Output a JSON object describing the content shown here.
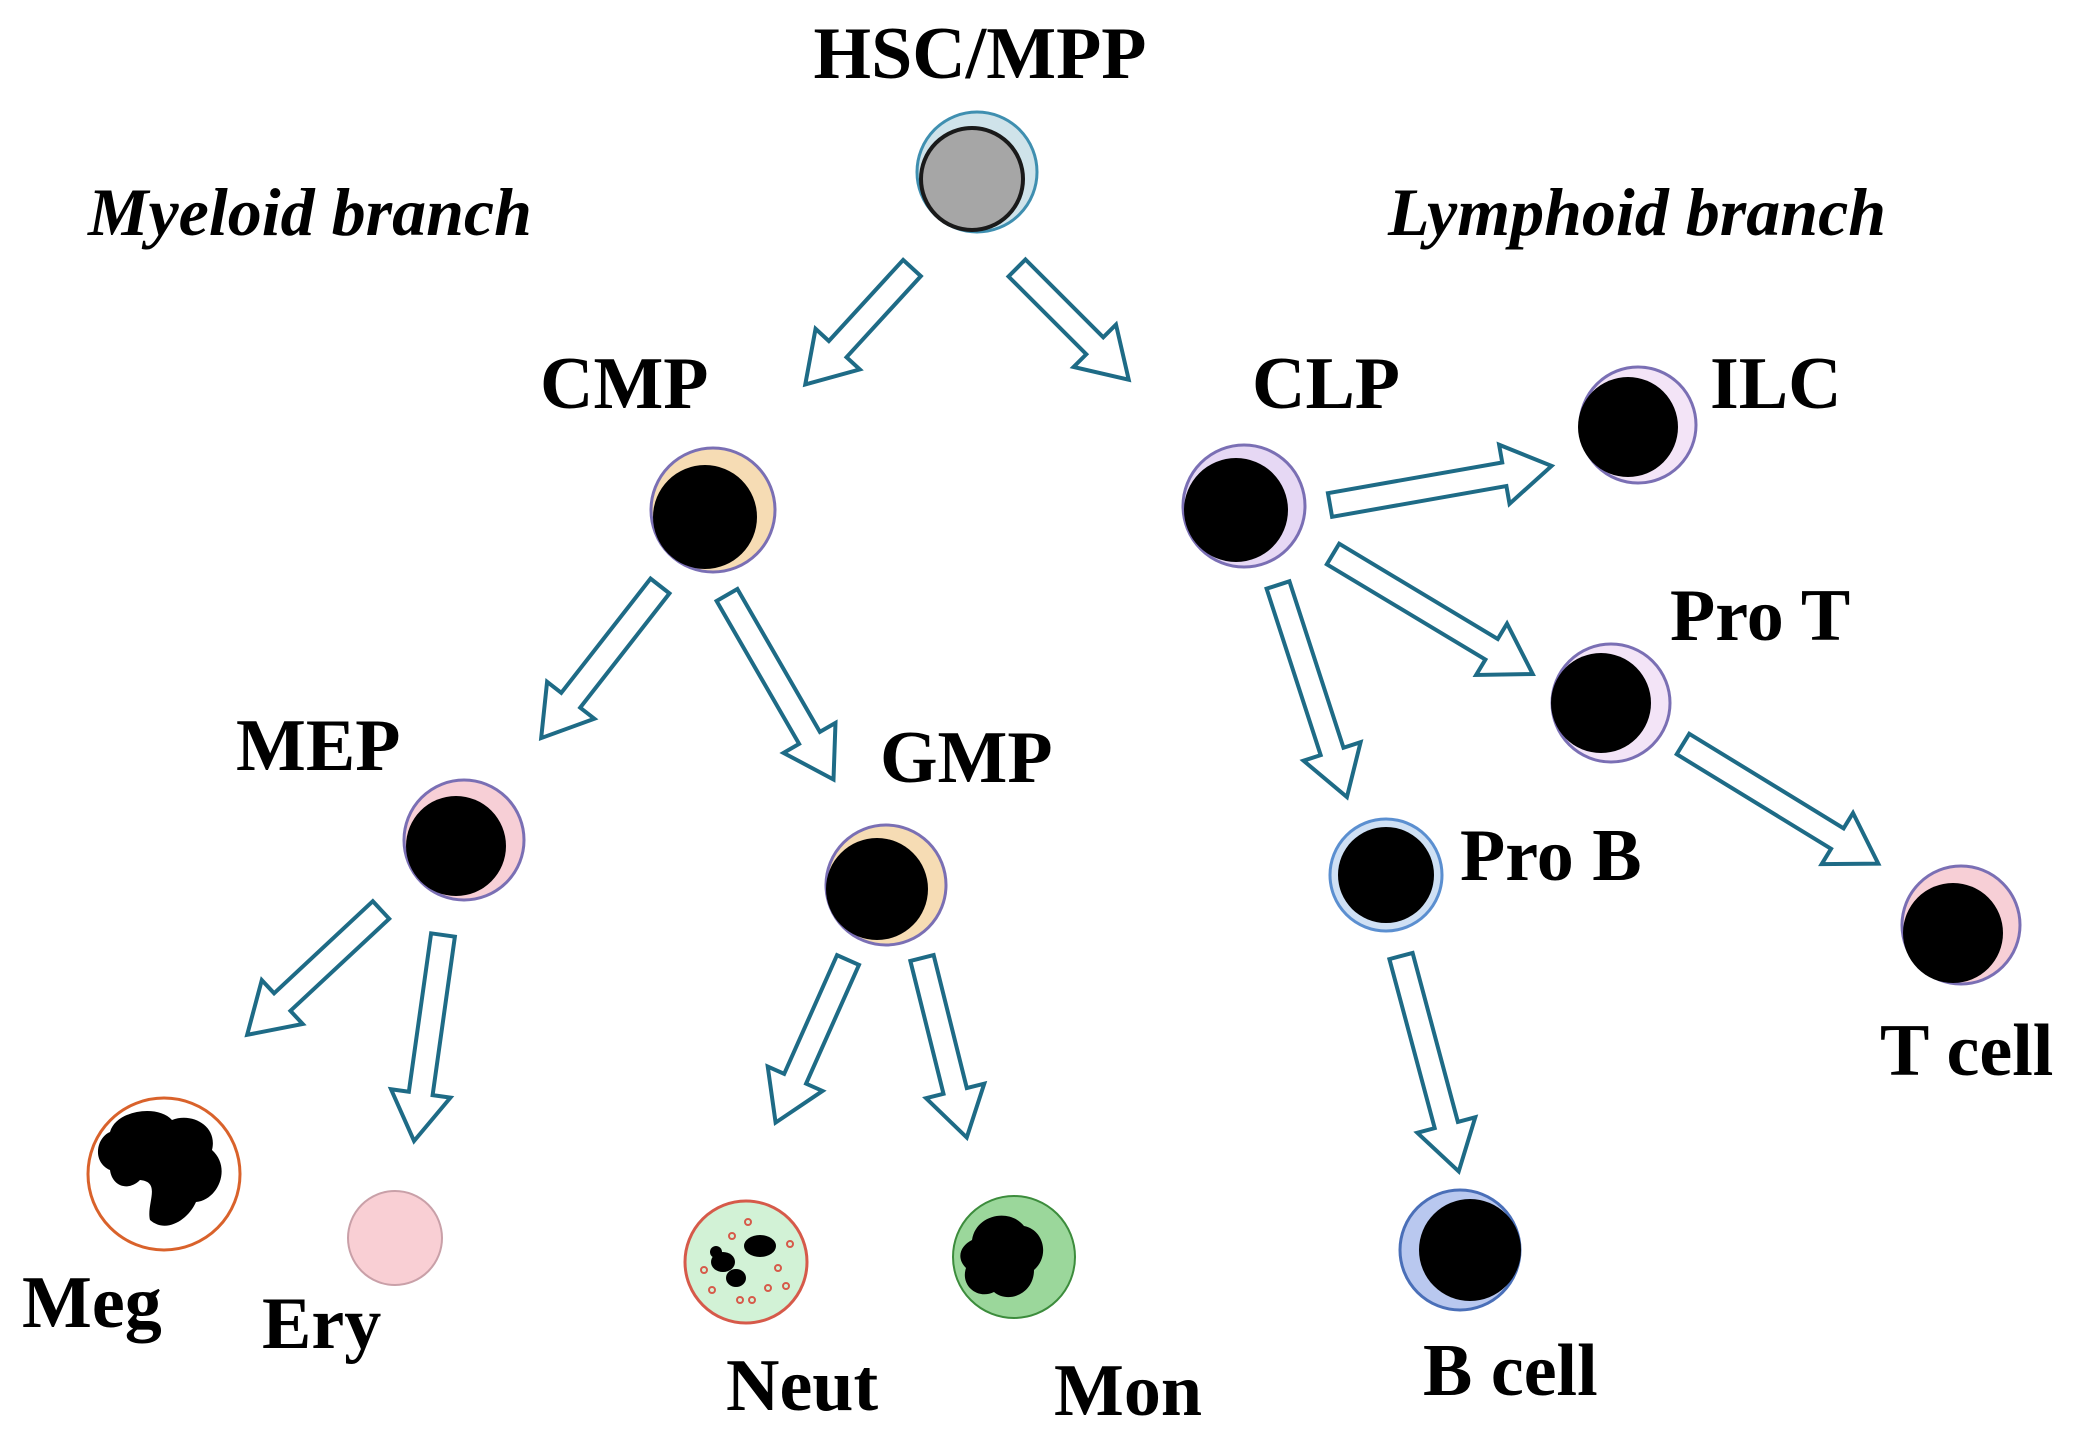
{
  "root": {
    "label": "HSC/MPP"
  },
  "branches": {
    "myeloid": "Myeloid branch",
    "lymphoid": "Lymphoid branch"
  },
  "cells": {
    "cmp": "CMP",
    "clp": "CLP",
    "ilc": "ILC",
    "pro_t": "Pro T",
    "mep": "MEP",
    "gmp": "GMP",
    "pro_b": "Pro B",
    "t_cell": "T cell",
    "meg": "Meg",
    "ery": "Ery",
    "neut": "Neut",
    "mon": "Mon",
    "b_cell": "B cell"
  },
  "colors": {
    "arrow_outline": "#1e6b86",
    "nucleus": "#000000",
    "hsc_cytoplasm": "#cfe3ea",
    "hsc_nucleus": "#a6a6a6",
    "myeloid_progenitor": "#f6dcb4",
    "mep": "#f7cfd6",
    "lymphoid_progenitor": "#e6d8f4",
    "pro_b": "#cfe0f4",
    "b_cell": "#b9c8ef",
    "ery": "#f9cfd4",
    "neut": "#d2f2d6",
    "mon": "#9bd79b"
  }
}
